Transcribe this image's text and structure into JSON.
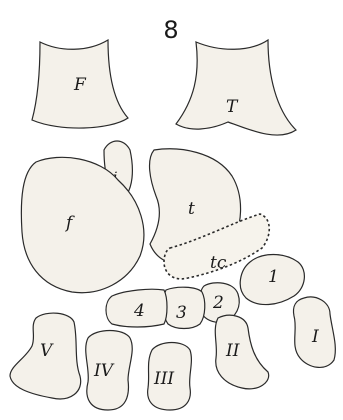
{
  "figure": {
    "number": "8",
    "labels": {
      "F": "F",
      "T": "T",
      "i": "i",
      "f": "f",
      "t": "t",
      "tc": "tc",
      "tarsal_1": "1",
      "tarsal_2": "2",
      "tarsal_3": "3",
      "tarsal_4": "4",
      "meta_I": "I",
      "meta_II": "II",
      "meta_III": "III",
      "meta_IV": "IV",
      "meta_V": "V"
    }
  },
  "colors": {
    "bone_fill": "#f4f1ea",
    "outline": "#2a2a2a"
  }
}
